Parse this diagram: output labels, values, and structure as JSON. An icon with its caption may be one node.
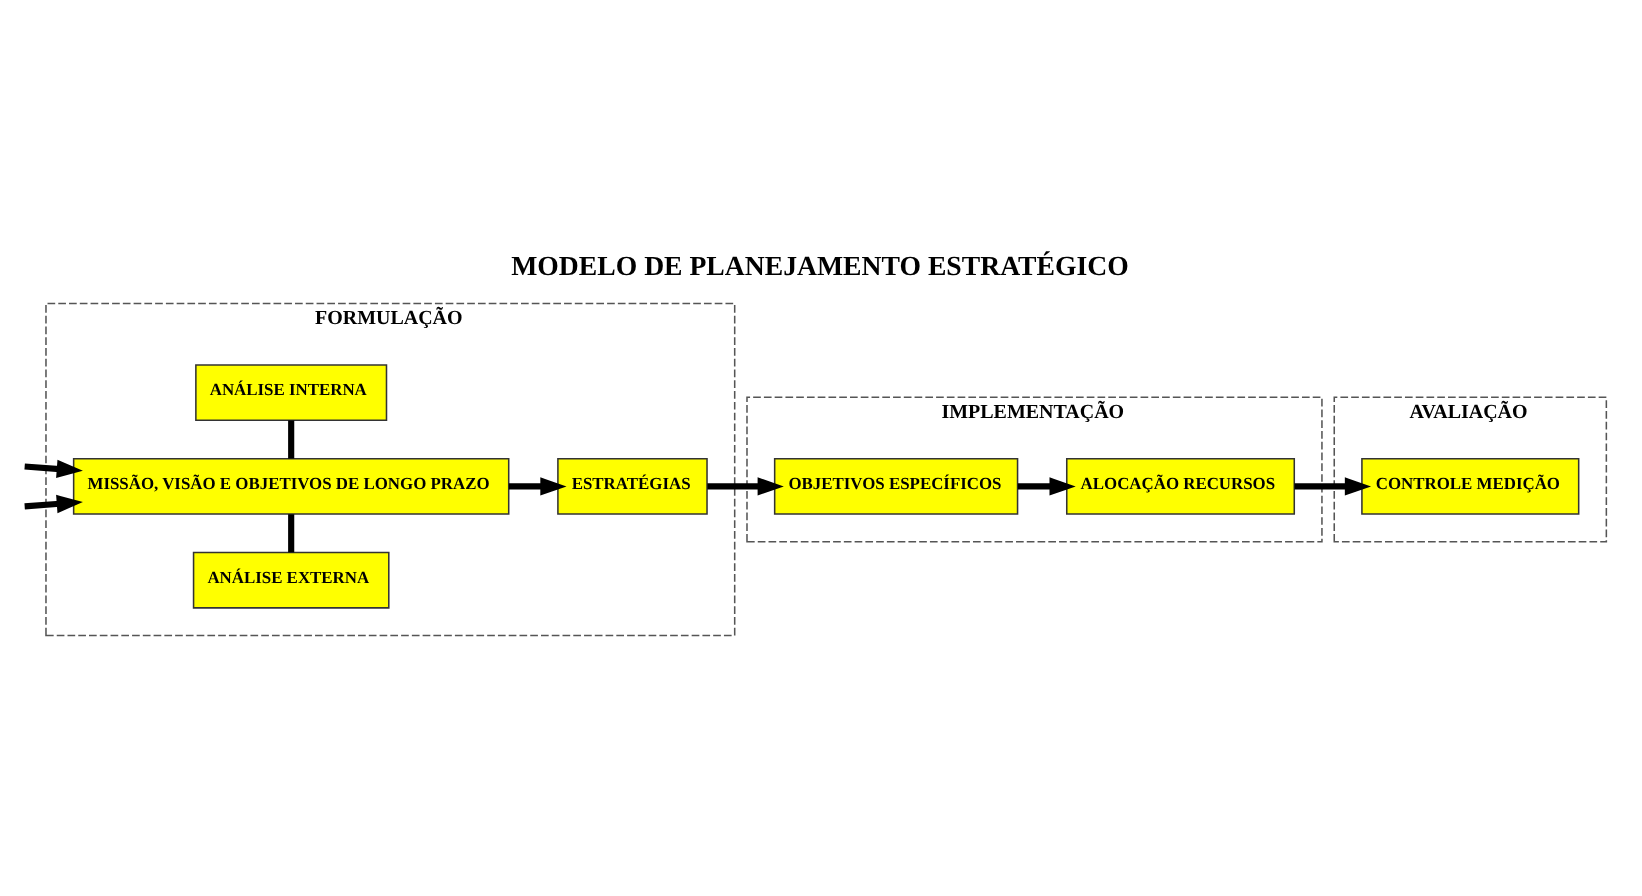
{
  "diagram": {
    "title": "MODELO DE PLANEJAMENTO ESTRATÉGICO",
    "nodes": [
      {
        "text": [
          "FORMULAÇÃO"
        ]
      },
      {
        "text": [
          "ANÁLISE EXTERNA"
        ],
        "in": 0
      },
      {
        "text": [
          "MISSÃO, VISÃO E OBJETIVOS DE LONGO PRAZO"
        ],
        "in": 0
      },
      {
        "text": [
          "ANÁLISE INTERNA"
        ],
        "in": 0
      },
      {
        "text": [
          "ESTRATÉGIAS"
        ],
        "in": 0
      },
      {
        "text": [
          "IMPLEMENTAÇÃO"
        ]
      },
      {
        "text": [
          "OBJETIVOS ESPECÍFICOS"
        ],
        "in": 5
      },
      {
        "text": [
          "ALOCAÇÃO RECURSOS"
        ],
        "in": 5
      },
      {
        "text": [
          "AVALIAÇÃO"
        ]
      },
      {
        "text": [
          "CONTROLE MEDIÇÃO"
        ],
        "in": 8
      }
    ],
    "edges": [
      {
        "from": null,
        "to": 2,
        "arrow": "to"
      },
      {
        "from": null,
        "to": 2,
        "arrow": "to"
      },
      {
        "from": 1,
        "to": 2,
        "arrow": "none"
      },
      {
        "from": 3,
        "to": 2,
        "arrow": "none"
      },
      {
        "from": 2,
        "to": 4,
        "arrow": "to"
      },
      {
        "from": 4,
        "to": 6,
        "arrow": "to"
      },
      {
        "from": 6,
        "to": 7,
        "arrow": "to"
      },
      {
        "from": 7,
        "to": 9,
        "arrow": "to"
      }
    ]
  }
}
